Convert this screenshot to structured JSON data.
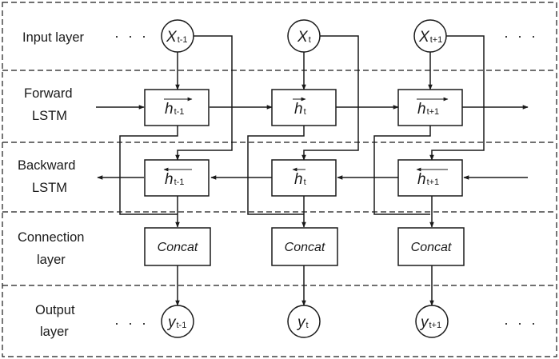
{
  "layers": {
    "input": "Input layer",
    "forward_1": "Forward",
    "forward_2": "LSTM",
    "backward_1": "Backward",
    "backward_2": "LSTM",
    "connection_1": "Connection",
    "connection_2": "layer",
    "output_1": "Output",
    "output_2": "layer"
  },
  "ellipsis": "· · ·",
  "timesteps": [
    {
      "sub": "t-1"
    },
    {
      "sub": "t"
    },
    {
      "sub": "t+1"
    }
  ],
  "symbols": {
    "input": "X",
    "hidden": "h",
    "output": "y",
    "concat": "Concat"
  },
  "colors": {
    "stroke": "#1a1a1a",
    "background": "#ffffff"
  }
}
